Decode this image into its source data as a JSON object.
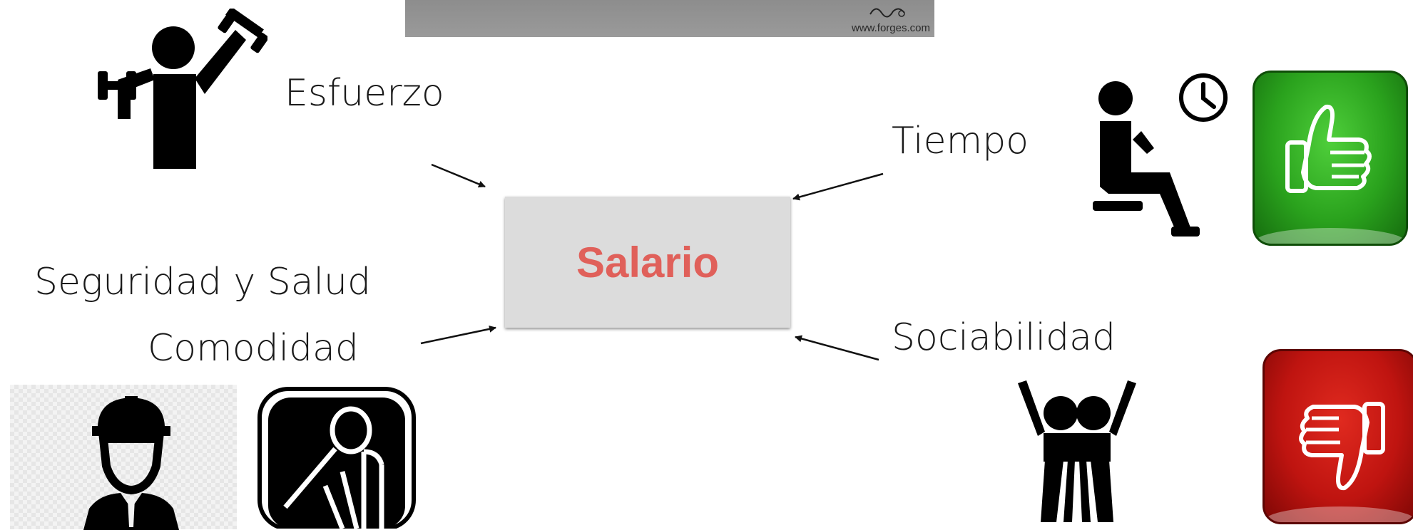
{
  "cartoon": {
    "credit": "www.forges.com"
  },
  "center": {
    "label": "Salario"
  },
  "factors": {
    "effort": "Esfuerzo",
    "time": "Tiempo",
    "safety": "Seguridad y Salud",
    "comfort": "Comodidad",
    "sociability": "Sociabilidad"
  },
  "colors": {
    "center_text": "#e0605a",
    "center_box": "#dcdcdc",
    "thumb_up": "#2aa21d",
    "thumb_down": "#bf1410"
  },
  "icons": [
    "weightlifter-icon",
    "waiting-person-icon",
    "clock-icon",
    "thumbs-up-icon",
    "thumbs-down-icon",
    "worker-helmet-icon",
    "tired-person-icon",
    "friends-icon"
  ]
}
